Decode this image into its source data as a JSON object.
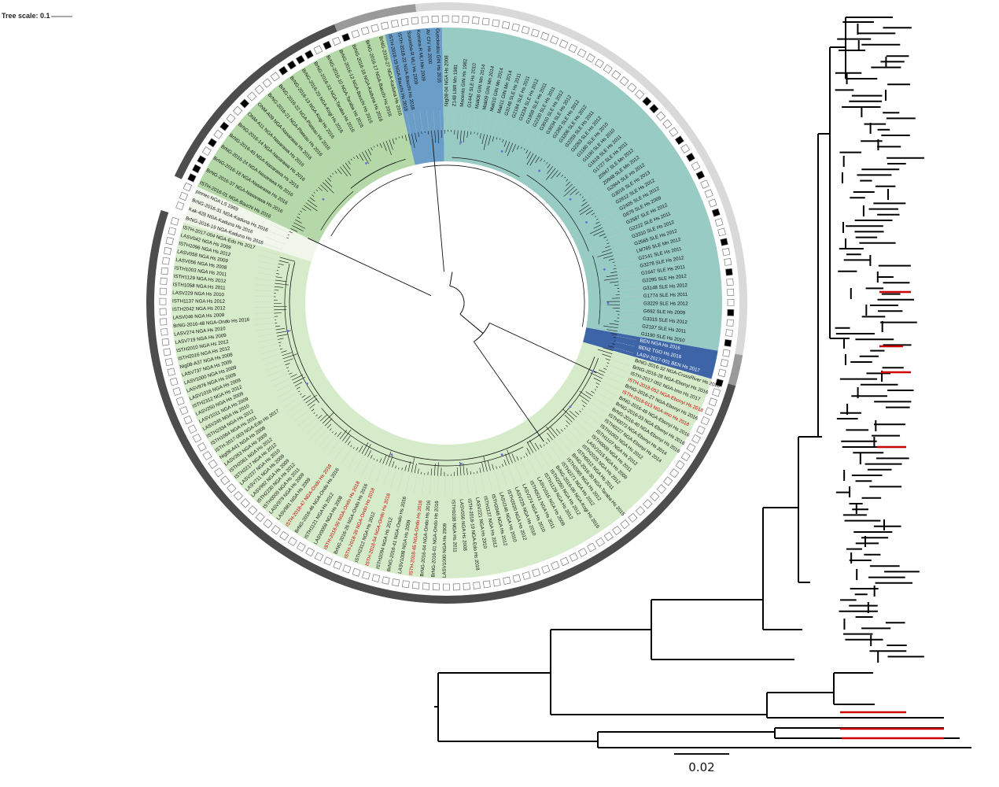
{
  "figure": {
    "tree_scale_label": "Tree scale: 0.1",
    "rect_scale_label": "0.02"
  },
  "colors": {
    "teal_clade": "#99cbc5",
    "blue_clade": "#6a9ec9",
    "dark_blue_clade": "#3e64a8",
    "green_clade": "#b4d8a8",
    "light_green_clade": "#d6ebc9",
    "pale_clade": "#f0f6ea",
    "outer_ring_dark": "#4d4d4d",
    "outer_ring_mid": "#9a9a9a",
    "outer_ring_light": "#d9d9d9",
    "highlight": "#cc0000"
  },
  "circular_tree": {
    "labels_teal": [
      "Nig08-04 NGA Hs 2008",
      "Z148 LBR Mn 1981",
      "Macenta GIN Hs 1982",
      "G1442 SLE Hs 2010",
      "Mali08 GIN Mn 2014",
      "Mali09 GIN Mn 2014",
      "Mali10 GIN Mn 2014",
      "Mali11 GIN Mn 2014",
      "G3148 SLE Hs 2011",
      "G2184 SLE Hs 2011",
      "G3234 SLE Hs 2012",
      "G1959 SLE Hs 2011",
      "G2230 SLE Hs 2011",
      "G3010 SLE Hs 2012",
      "G3034 SLE Hs 2012",
      "G2392 SLE Hs 2012",
      "G3206 SLE Hs 2012",
      "G2259 SLE Hs 2011",
      "G2263 SLE Hs 2012",
      "G1180 SLE Hs 2010",
      "G1190 SLE Hs 2010",
      "G1618 SLE Hs 2011",
      "G1727 SLE Hs 2011",
      "Z0947 SLE Mn 2012",
      "Z0948 SLE Mn 2012",
      "G2944 SLE Hs 2012",
      "G3016 SLE Hs 2013",
      "G2612 SLE Hs 2012",
      "G2405 SLE Hs 2012",
      "G676 SLE Hs 2009",
      "G2587 SLE Hs 2012",
      "G2222 SLE Hs 2011",
      "G3310 SLE Hs 2012",
      "G2565 SLE Hs 2012",
      "LM765 SLE Mn 2012",
      "G2141 SLE Hs 2011",
      "G3278 SLE Hs 2012",
      "G1647 SLE Hs 2011",
      "G2295 SLE Hs 2012",
      "G3148 SLE Hs 2012",
      "G1774 SLE Hs 2011",
      "G3229 SLE Hs 2012",
      "G692 SLE Hs 2009",
      "G3315 SLE Hs 2012",
      "G2197 SLE Hs 2011",
      "G1190 SLE Hs 2010"
    ],
    "labels_blue": [
      "ISTH-2018-19 NGA-Bauchi Hs 2018",
      "ISTH-2018-22 NGA-Bauchi Hs 2018",
      "Soromba-R MLI Hs 2009",
      "Komina-R MLI Mn 2009",
      "AV CIV Hs 2000",
      "Gueckedou GIN Hs 2015"
    ],
    "labels_dark_blue": [
      "BEN NGA Hs 2016",
      "BEN2 TGO Hs 2016",
      "LASV-2017-001 BEN Hs 2017"
    ],
    "labels_green": [
      "ISTH-2016-01 NGA-Bauchi Hs 2016",
      "BrNG-2016-37 NGA-Nasarawa Hs 2016",
      "BrNG-2016-18 NGA-Nasarawa Hs 2016",
      "BrNG-2016-24 NGA-Nasarawa Hs 2016",
      "BrNG-2016-45 NGA-Nasarawa Hs 2016",
      "BrNG-2016-14 NGA-Nasarawa Hs 2016",
      "ONM-A11 NGA-Nasarawa Hs 2016",
      "ONM-A09 NGA-Nasarawa Hs 2016",
      "BrNG-2016-21 NGA-Plateau Hs 2016",
      "BrNG-2016-22 NGA-Plateau Hs 2016",
      "BrNG-2016-13 NGA-Kogi Hs 2016",
      "BrNG-2016-20 NGA-Kogi Hs 2016",
      "BrNG-2016-33 NGA-Taraba Hs 2016",
      "BrNG-2016-10 NGA-Taraba Hs 2016",
      "BrNG-2016-12 NGA-Bauchi Hs 2016",
      "BrNG-2016-16 NGA-Kaduna Hs 2016",
      "BrNG-2016-17 NGA-Bauchi Hs 2016",
      "BrNG-2016-27 NGA-Kaduna Hs 2016"
    ],
    "labels_pale": [
      "BrNG-2016-19 NGA-Kaduna Hs 2016",
      "Kak-428 NGA-Kaduna Hs 2016",
      "BrNG-2016-31 NGA-Kaduna Hs 2016",
      "pinneo NGA LS 1969"
    ],
    "labels_light_green_right": [
      "BrNG-2016-32 NGA-CrossRiver Hs 2016",
      "BrNG-2016-28 NGA-Ebonyi Hs 2016",
      "ISTH-2017-002 NGA-Imo Hs 2017",
      "ISTH-2018-052 NGA-Ebonyi Hs 2018",
      "BrNG-2016-27 NGA-Ebonyi Hs 2016",
      "ISTH-2018-013 NGA-Imo Hs 2018",
      "BrNG-2016-49 NGA-Ebonyi Hs 2016",
      "BrNG-2016-03 NGA-Ebonyi Hs 2016",
      "BrNG-2016-40 NGA-Ebonyi Hs 2016",
      "ISTH0073 NGA-Ebonyi Hs 2014",
      "ISTH0227 NGA-Ebonyi Hs 2014",
      "ISTH1003 NGA Hs 2012",
      "ISTH1107 NGA Hs 2012",
      "ISTH0009 NGA Hs 2011",
      "LASV1015 NGA Hs 2009",
      "ISTH2025 NGA Hs 2012",
      "ISTH0012 NGA Hs 2011",
      "BrNG-2016-30 NGA-Taraba Hs 2015",
      "ISTH2065 NGA Hs 2012",
      "ISTH2271 NGA Hs 2012",
      "BrNG-2016-06 NGA-Kogi Hs 2016",
      "ISTH2050 NGA Hs 2012"
    ],
    "labels_light_green_bottom": [
      "ISTH1129 NGA Hs 2012",
      "LASV1016 NGA Hs 2009",
      "ISTH0531 NGA Hs 2011",
      "LASV274 NGA Hs 2010",
      "LASV225 NGA Hs 2010",
      "ISTH2020 NGA Hs 2012",
      "LASV246 NGA Hs 2010",
      "ISTH2046 NGA Hs 2012",
      "ISTH1137 NGA Hs 2012",
      "LASV221 NGA Hs 2010",
      "ISTH-2018-19 NGA-Edo Hs 2018",
      "LASV056 NGA Hs 2008",
      "ISTH1038 NGA Hs 2011",
      "LASV1000 NGA Hs 2009",
      "BrNG-2016-01 NGA-Ondo Hs 2016",
      "BrNG-2016-04 NGA-Ondo Hs 2016",
      "ISTH-2018-45 NGA-Ondo Hs 2018",
      "LASV1008 NGA Hs 2009",
      "BrNG-2016-41 NGA-Ondo Hs 2016",
      "ISTH2094 NGA Hs 2012",
      "ISTH-2018-54 NGA-Ondo Hs 2018",
      "ISTH2312 NGA Hs 2012",
      "ISTH-2018-39 NGA-Ondo Hs 2018",
      "BrNG-2016-26 NGA-Ondo Hs 2016",
      "ISTH-2018-50 NGA-Ondo Hs 2018",
      "LASV0059 NGA Hs 2008",
      "ISTH1121 NGA Hs 2012",
      "BrNG-2016-46 NGA-Ondo Hs 2016",
      "ISTH-2018-47 NGA-Ondo Hs 2018",
      "LASV981 NGA Hs 2009"
    ],
    "labels_light_green_left": [
      "LASV979 NGA Hs 2009",
      "ISTH0009 NGA Hs 2011",
      "ISTH2230 NGA Hs 2012",
      "LASV992 NGA Hs 2009",
      "LASV711 NGA Hs 2009",
      "LASV237 NGA Hs 2010",
      "ISTH2217 NGA Hs 2012",
      "ISTH2061 NGA Hs 2012",
      "LASV263 NGA Hs 2009",
      "Nig08-A41 NGA Hs 2008",
      "ISTH-2017-003 NGA-Edo Hs 2017",
      "ISTH1064 NGA Hs 2011",
      "ISTH2334 NGA Hs 2012",
      "LASV245 NGA Hs 2010",
      "LASV1011 NGA Hs 2009",
      "LASV250 NGA Hs 2009",
      "ISTH2312 NGA Hs 2012",
      "LASV1016 NGA Hs 2009",
      "LASV976 NGA Hs 2009",
      "LASV1000 NGA Hs 2009",
      "LASV737 NGA Hs 2009",
      "Nig08-A37 NGA Hs 2008",
      "ISTH2016 NGA Hs 2012",
      "ISTH2010 NGA Hs 2012",
      "LASV719 NGA Hs 2009",
      "LASV274 NGA Hs 2010",
      "BrNG-2016-48 NGA-Ondo Hs 2016",
      "LASV046 NGA Hs 2009",
      "ISTH2042 NGA Hs 2012",
      "ISTH1137 NGA Hs 2012",
      "LASV229 NGA Hs 2010",
      "ISTH1058 NGA Hs 2011",
      "ISTH1129 NGA Hs 2012",
      "ISTH1003 NGA Hs 2011",
      "LASV056 NGA Hs 2008",
      "LASV058 NGA Hs 2009",
      "ISTH1096 NGA Hs 2012",
      "LASV042 NGA Hs 2009",
      "ISTH-2017-004 NGA-Edo Hs 2017"
    ]
  },
  "rect_tree": {
    "highlighted_branch_count": 7
  }
}
